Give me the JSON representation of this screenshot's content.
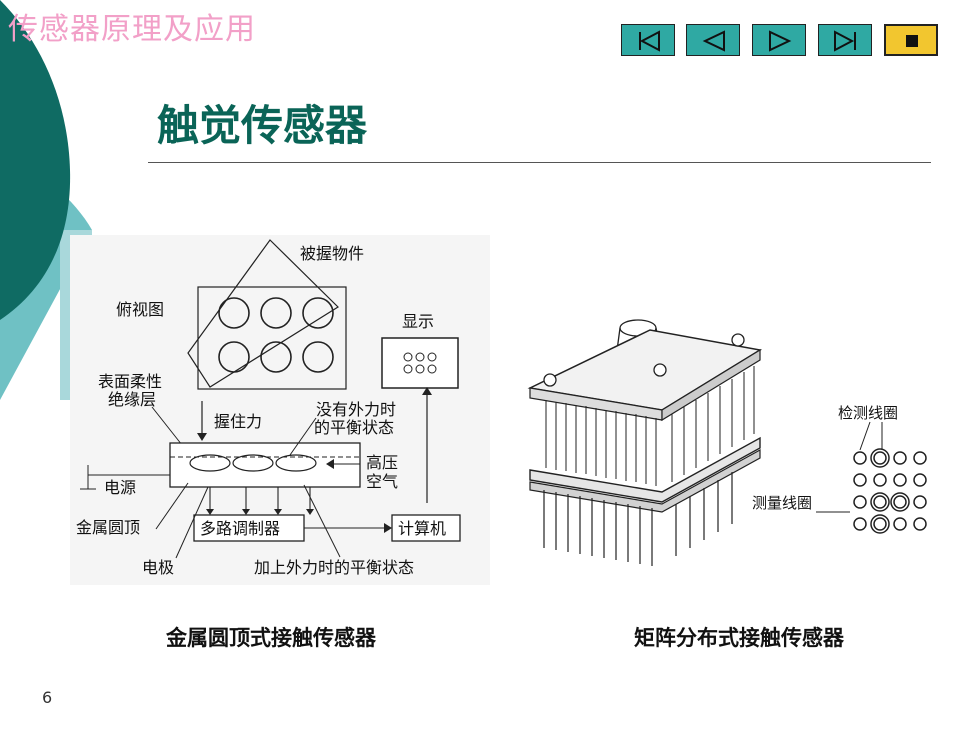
{
  "header": {
    "course_title": "传感器原理及应用"
  },
  "nav": {
    "buttons": [
      {
        "name": "first-slide-icon"
      },
      {
        "name": "prev-slide-icon"
      },
      {
        "name": "next-slide-icon"
      },
      {
        "name": "last-slide-icon"
      },
      {
        "name": "stop-icon"
      }
    ]
  },
  "slide": {
    "title": "触觉传感器",
    "page_number": "6"
  },
  "figure_left": {
    "labels": {
      "object": "被握物件",
      "top_view": "俯视图",
      "display": "显示",
      "surface_1": "表面柔性",
      "surface_2": "绝缘层",
      "grip_force": "握住力",
      "balance_1": "没有外力时",
      "balance_2": "的平衡状态",
      "power": "电源",
      "hv_1": "高压",
      "hv_2": "空气",
      "dome": "金属圆顶",
      "mux": "多路调制器",
      "computer": "计算机",
      "electrode": "电极",
      "force_balance": "加上外力时的平衡状态"
    },
    "caption": "金属圆顶式接触传感器"
  },
  "figure_right": {
    "labels": {
      "detect_coil": "检测线圈",
      "measure_coil": "测量线圈"
    },
    "caption": "矩阵分布式接触传感器"
  }
}
